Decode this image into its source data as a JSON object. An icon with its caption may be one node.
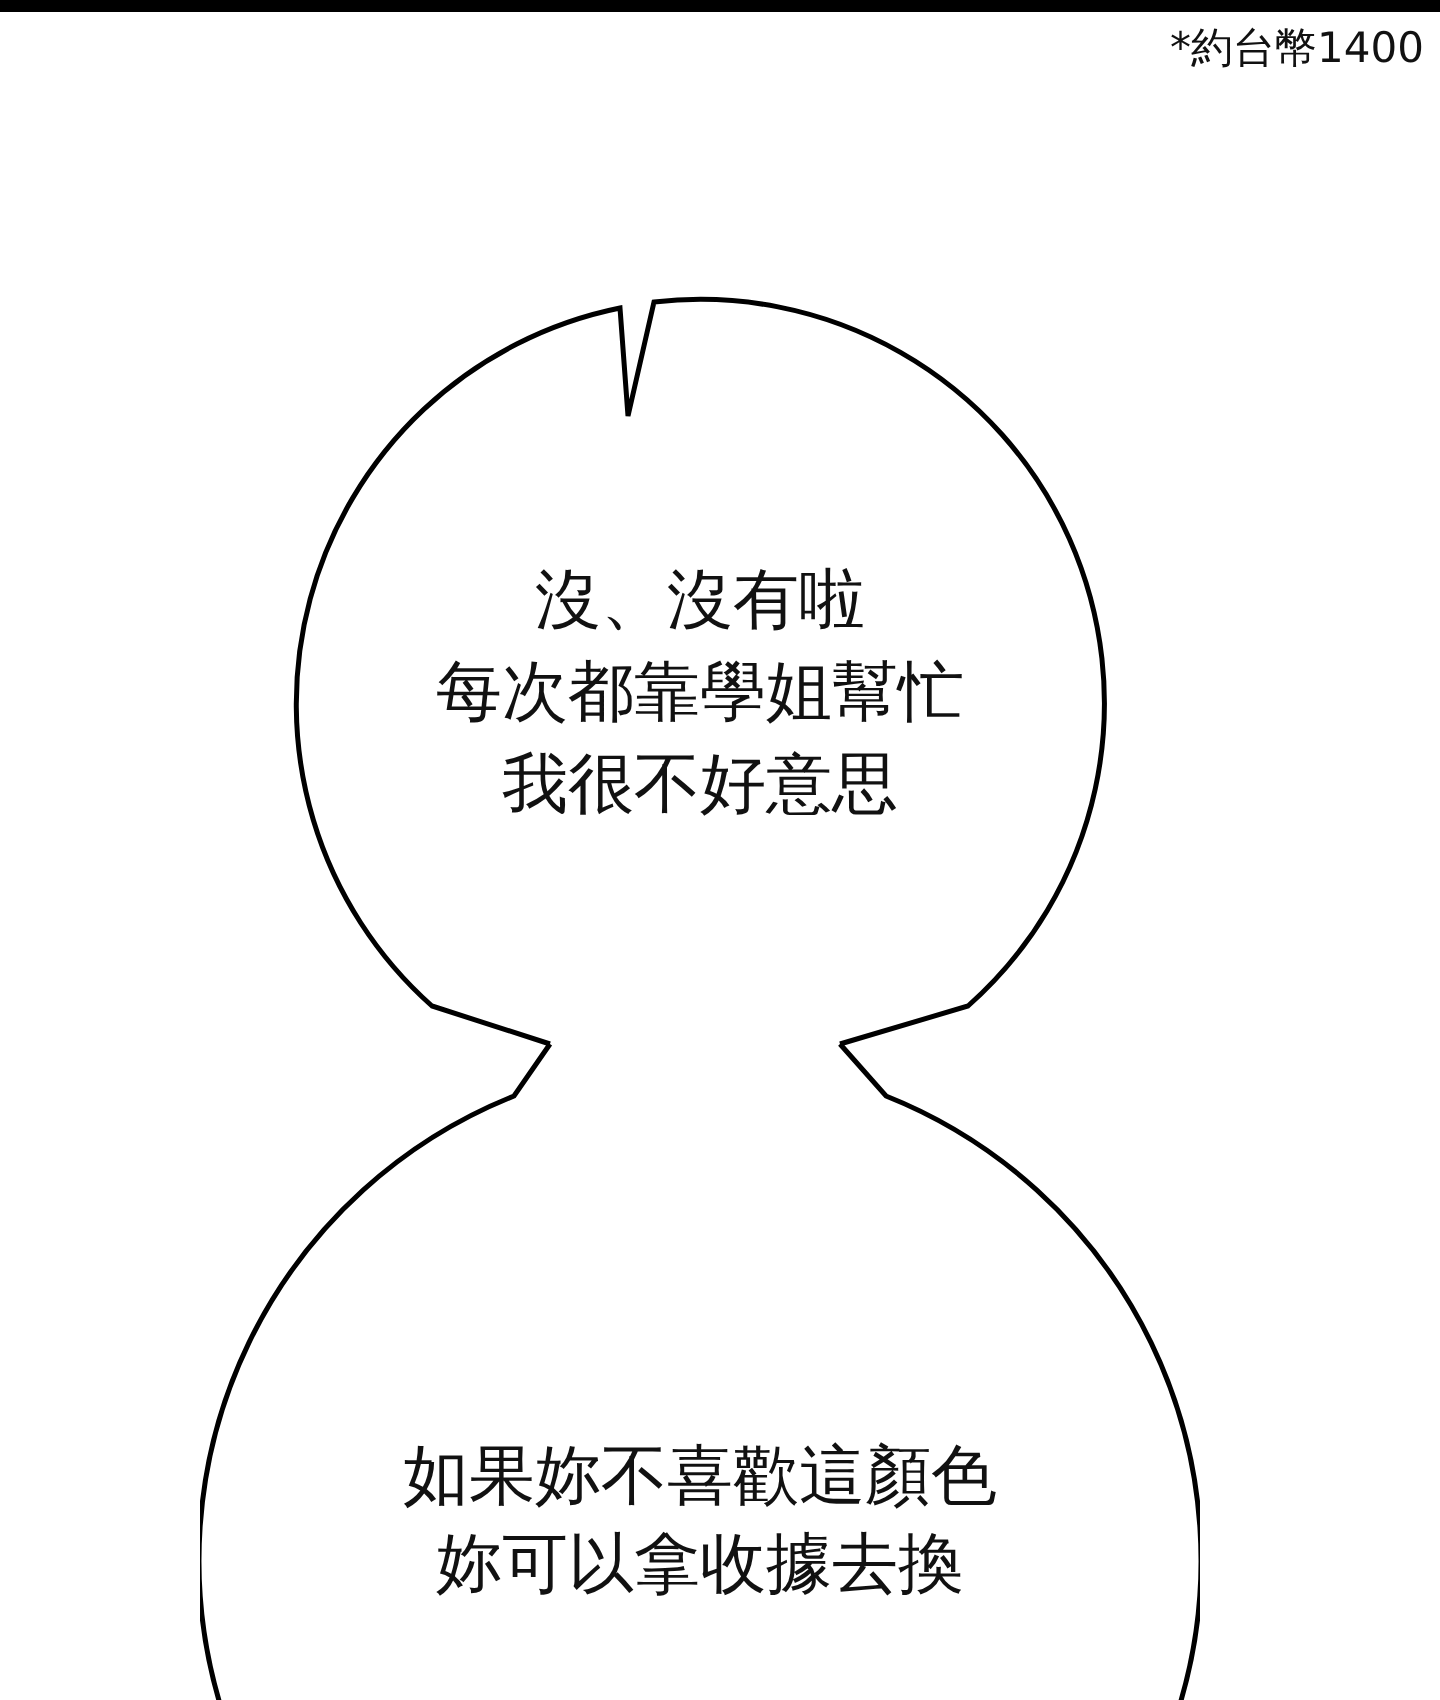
{
  "diagram": {
    "nodes": [
      {
        "text": [
          "沒、沒有啦",
          "每次都靠學姐幫忙",
          "我很不好意思"
        ]
      },
      {
        "text": [
          "如果妳不喜歡這顏色",
          "妳可以拿收據去換"
        ]
      }
    ],
    "labels": [
      "*約台幣1400"
    ]
  }
}
